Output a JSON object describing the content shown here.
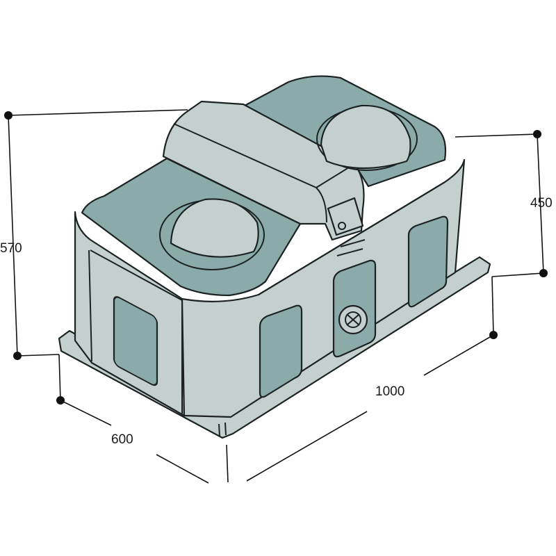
{
  "title": "Water trough dimension drawing",
  "dimensions": {
    "total_height": "570",
    "body_height": "450",
    "length": "1000",
    "width": "600"
  },
  "colors": {
    "body": "#c3d0ce",
    "tray": "#8aabaa",
    "outline": "#1c2222"
  }
}
